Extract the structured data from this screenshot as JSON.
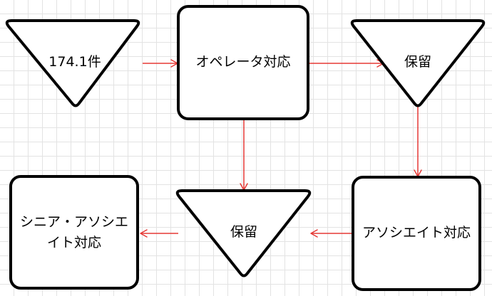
{
  "nodes": {
    "start": {
      "text": "174.1件",
      "shape": "inverted-triangle"
    },
    "operator": {
      "text": "オペレータ対応",
      "shape": "rounded-rectangle"
    },
    "hold_top": {
      "text": "保留",
      "shape": "inverted-triangle"
    },
    "hold_middle": {
      "text": "保留",
      "shape": "inverted-triangle"
    },
    "associate": {
      "text": "アソシエイト対応",
      "shape": "rounded-rectangle"
    },
    "senior": {
      "text": "シニア・アソシエ\nイト対応",
      "shape": "rounded-rectangle"
    }
  },
  "edges": [
    {
      "from": "start",
      "to": "operator"
    },
    {
      "from": "operator",
      "to": "hold_top"
    },
    {
      "from": "operator",
      "to": "hold_middle"
    },
    {
      "from": "hold_top",
      "to": "associate"
    },
    {
      "from": "associate",
      "to": "hold_middle"
    },
    {
      "from": "hold_middle",
      "to": "senior"
    }
  ],
  "colors": {
    "arrow": "#e53935",
    "node_border": "#000000",
    "grid": "#e3e3e3"
  }
}
